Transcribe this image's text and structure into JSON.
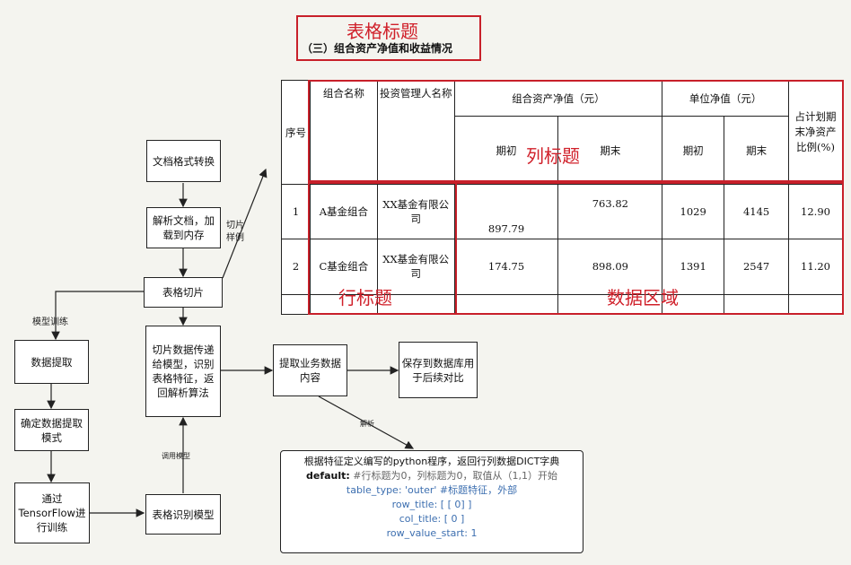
{
  "annotations": {
    "table_title": "表格标题",
    "table_subtitle": "（三）组合资产净值和收益情况",
    "column_header": "列标题",
    "row_header": "行标题",
    "data_region": "数据区域"
  },
  "table": {
    "h_seq": "序号",
    "h_name": "组合名称",
    "h_manager": "投资管理人名称",
    "h_net_asset": "组合资产净值（元）",
    "h_unit_value": "单位净值（元）",
    "h_ratio": "占计划期末净资产比例(%)",
    "h_begin": "期初",
    "h_end": "期末",
    "rows": [
      {
        "seq": "1",
        "name": "A基金组合",
        "manager": "XX基金有限公司",
        "asset_begin": "897.79",
        "asset_end": "763.82",
        "unit_begin": "1029",
        "unit_end": "4145",
        "ratio": "12.90"
      },
      {
        "seq": "2",
        "name": "C基金组合",
        "manager": "XX基金有限公司",
        "asset_begin": "174.75",
        "asset_end": "898.09",
        "unit_begin": "1391",
        "unit_end": "2547",
        "ratio": "11.20"
      }
    ]
  },
  "flow": {
    "format_convert": "文档格式转换",
    "parse_doc": "解析文档，加载到内存",
    "table_slice": "表格切片",
    "slice_to_model": "切片数据传递给模型，识别表格特征，返回解析算法",
    "extract_business": "提取业务数据内容",
    "save_db": "保存到数据库用于后续对比",
    "data_extract": "数据提取",
    "determine_mode": "确定数据提取模式",
    "train_tf": "通过TensorFlow进行训练",
    "table_model": "表格识别模型",
    "lbl_slice_sample": "切片样例",
    "lbl_model_train": "模型训练",
    "lbl_call_model": "调用模型",
    "lbl_parse": "解析"
  },
  "code": {
    "line1": "根据特征定义编写的python程序，返回行列数据DICT字典",
    "line2_key": "default:",
    "line2_rest": " #行标题为0，列标题为0，取值从（1,1）开始",
    "line3": "table_type: 'outer' #标题特征，外部",
    "line4": "row_title: [ [ 0] ]",
    "line5": "col_title: [ 0 ]",
    "line6": "row_value_start: 1"
  }
}
